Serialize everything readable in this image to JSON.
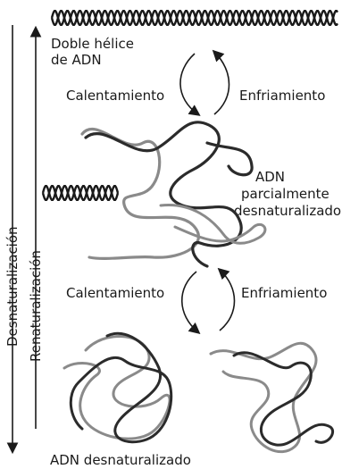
{
  "diagram": {
    "labels": {
      "double_helix": [
        "Doble hélice",
        "de ADN"
      ],
      "heating_top": "Calentamiento",
      "cooling_top": "Enfriamiento",
      "partial": [
        "ADN",
        "parcialmente",
        "desnaturalizado"
      ],
      "heating_bottom": "Calentamiento",
      "cooling_bottom": "Enfriamiento",
      "denatured": "ADN desnaturalizado",
      "axis_denaturation": "Desnaturalización",
      "axis_renaturation": "Renaturalización"
    },
    "colors": {
      "ink": "#1a1a1a",
      "strand_light": "#8a8a8a",
      "strand_dark": "#2b2b2b"
    }
  }
}
